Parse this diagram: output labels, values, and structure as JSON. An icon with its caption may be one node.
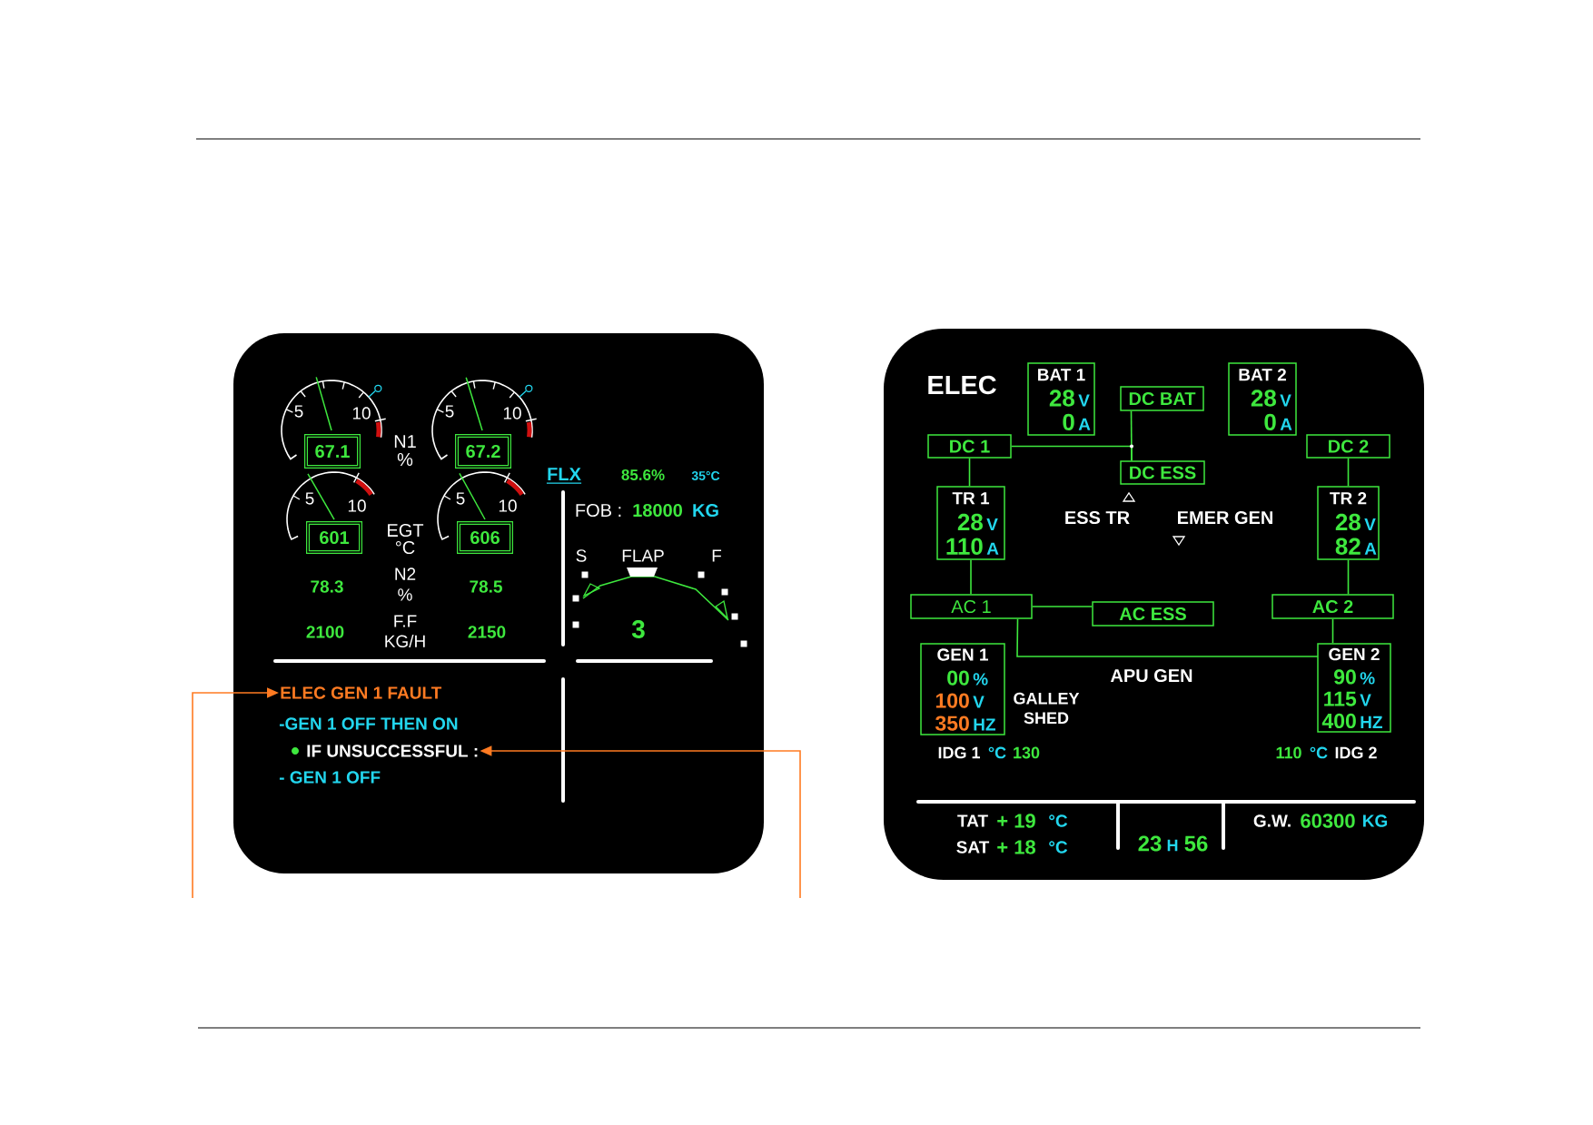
{
  "diagram": {
    "nodes": [
      {
        "text": [
          "67.1"
        ]
      },
      {
        "text": [
          "67.2"
        ]
      },
      {
        "text": [
          "601"
        ]
      },
      {
        "text": [
          "606"
        ]
      },
      {
        "text": [
          "ELEC GEN 1 FAULT"
        ]
      },
      {
        "text": [
          "IF UNSUCCESSFUL :"
        ]
      },
      {
        "text": [
          "BAT 1",
          "28",
          "V",
          "0",
          "A"
        ]
      },
      {
        "text": [
          "DC BAT"
        ]
      },
      {
        "text": [
          "BAT 2",
          "28",
          "V",
          "0",
          "A"
        ]
      },
      {
        "text": [
          "DC 1"
        ]
      },
      {
        "text": [
          "DC 2"
        ]
      },
      {
        "text": [
          "DC ESS"
        ]
      },
      {
        "text": [
          "TR 1",
          "28",
          "V",
          "110",
          "A"
        ]
      },
      {
        "text": [
          "TR 2",
          "28",
          "V",
          "82",
          "A"
        ]
      },
      {
        "text": [
          "AC 1"
        ]
      },
      {
        "text": [
          "AC ESS"
        ]
      },
      {
        "text": [
          "AC 2"
        ]
      },
      {
        "text": [
          "GEN 1",
          "00",
          "%",
          "100",
          "V",
          "350",
          "HZ"
        ]
      },
      {
        "text": [
          "GEN 2",
          "90",
          "%",
          "115",
          "V",
          "400",
          "HZ"
        ]
      }
    ],
    "edges": [
      {
        "from": null,
        "to": 4,
        "arrow": "to",
        "color": "#ff7b22"
      },
      {
        "from": null,
        "to": 5,
        "arrow": "to",
        "color": "#ff7b22"
      },
      {
        "from": 9,
        "to": 11,
        "arrow": "none"
      },
      {
        "from": 7,
        "to": 11,
        "arrow": "none"
      },
      {
        "from": 9,
        "to": 12,
        "arrow": "none"
      },
      {
        "from": 10,
        "to": 13,
        "arrow": "none"
      },
      {
        "from": 12,
        "to": 14,
        "arrow": "none"
      },
      {
        "from": 13,
        "to": 16,
        "arrow": "none"
      },
      {
        "from": 14,
        "to": 15,
        "arrow": "none"
      },
      {
        "from": 14,
        "to": 18,
        "arrow": "none"
      },
      {
        "from": 16,
        "to": 18,
        "arrow": "none"
      }
    ],
    "labels": [
      "5",
      "10",
      "5",
      "10",
      "N1",
      "%",
      "5",
      "10",
      "5",
      "10",
      "EGT",
      "°C",
      "FLX",
      "85.6%",
      "35°C",
      "FOB :",
      "18000",
      "KG",
      "S",
      "FLAP",
      "F",
      "78.3",
      "N2",
      "%",
      "78.5",
      "3",
      "2100",
      "F.F",
      "KG/H",
      "2150",
      "-GEN 1 OFF THEN ON",
      "- GEN 1 OFF",
      "ELEC",
      "ESS TR",
      "EMER GEN",
      "APU GEN",
      "GALLEY SHED",
      "IDG 1",
      "°C",
      "130",
      "110",
      "°C",
      "IDG 2",
      "TAT",
      "+ 19",
      "°C",
      "SAT",
      "+ 18",
      "°C",
      "23",
      "H",
      "56",
      "G.W.",
      "60300",
      "KG"
    ]
  }
}
